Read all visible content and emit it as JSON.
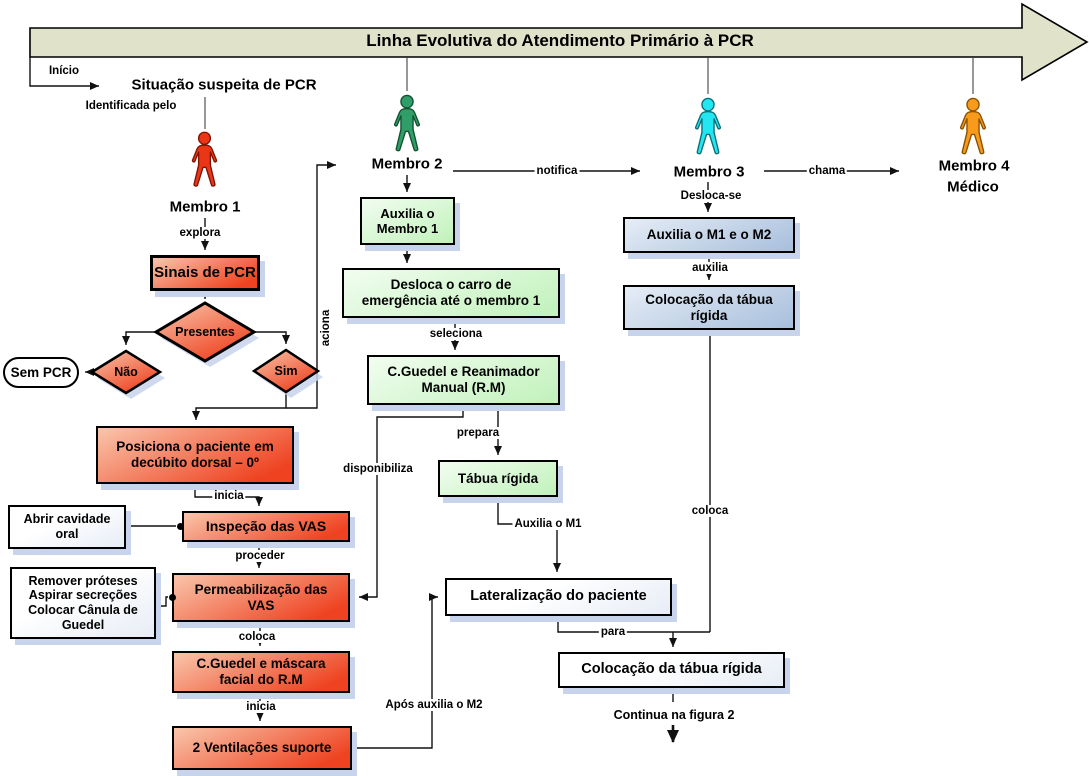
{
  "palette": {
    "banner-fill": "#e0e3ca",
    "red-light": "#f9c6ac",
    "red-dark": "#ee4220",
    "green-dark": "#c3f2bd",
    "blue-light": "#e6edf6",
    "blue-dark": "#a9c0dd",
    "shadow": "#c8d3ec",
    "line": "#111111"
  },
  "banner": {
    "title": "Linha Evolutiva do Atendimento Primário à PCR"
  },
  "start": {
    "inicio": "Início",
    "situacao": "Situação suspeita de PCR",
    "identificada": "Identificada pelo"
  },
  "people": {
    "m1": {
      "label": "Membro 1",
      "color": "#ea3617",
      "stroke": "#7e1404"
    },
    "m2": {
      "label": "Membro 2",
      "color": "#2f9e68",
      "stroke": "#145232"
    },
    "m3": {
      "label": "Membro 3",
      "color": "#22e7f2",
      "stroke": "#0d6e77"
    },
    "m4": {
      "label": "Membro 4",
      "sub": "Médico",
      "color": "#f89a1c",
      "stroke": "#8a5200"
    }
  },
  "nodes": {
    "sinais": "Sinais de PCR",
    "presentes": "Presentes",
    "nao": "Não",
    "sim": "Sim",
    "sem_pcr": "Sem PCR",
    "posiciona": "Posiciona o paciente em\ndecúbito dorsal – 0º",
    "abrir": "Abrir cavidade\noral",
    "inspecao": "Inspeção das VAS",
    "remover": "Remover próteses\nAspirar secreções\nColocar Cânula de\nGuedel",
    "permeabilizacao": "Permeabilização das\nVAS",
    "cguedel_mascara": "C.Guedel e máscara\nfacial do R.M",
    "ventilacoes": "2 Ventilações suporte",
    "auxilia_membro1": "Auxilia o\nMembro 1",
    "desloca_carro": "Desloca o carro de\nemergência até o membro 1",
    "cguedel_reanimador": "C.Guedel e Reanimador\nManual (R.M)",
    "tabua_rigida": "Tábua rígida",
    "auxilia_m1m2": "Auxilia o M1 e o M2",
    "colocacao_tabua_m3": "Colocação da tábua\nrígida",
    "lateralizacao": "Lateralização do paciente",
    "colocacao_tabua": "Colocação da tábua rígida"
  },
  "edge_labels": {
    "explora": "explora",
    "aciona": "aciona",
    "inicia1": "inicia",
    "proceder": "proceder",
    "coloca1": "coloca",
    "inicia2": "inicia",
    "seleciona": "seleciona",
    "prepara": "prepara",
    "disponibiliza": "disponibiliza",
    "auxilia_m1": "Auxilia o M1",
    "apos_auxilia": "Após auxilia o M2",
    "para": "para",
    "notifica": "notifica",
    "chama": "chama",
    "desloca_se": "Desloca-se",
    "auxilia": "auxilia",
    "coloca2": "coloca",
    "continua": "Continua na figura 2"
  }
}
